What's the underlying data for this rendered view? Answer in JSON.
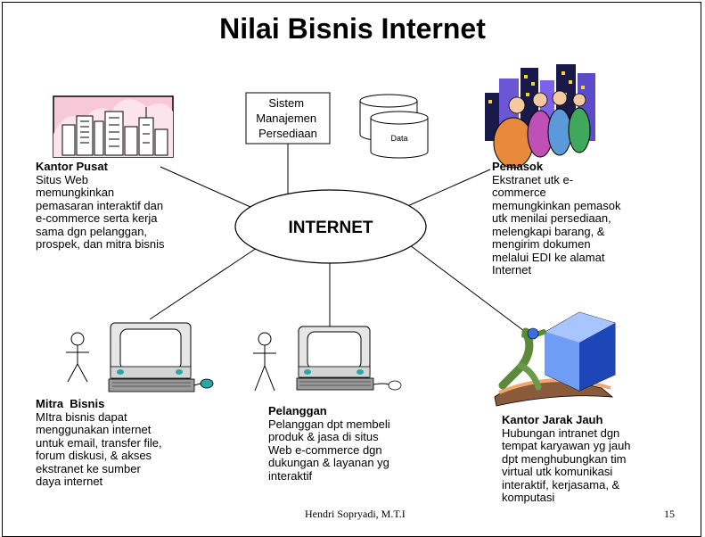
{
  "title": "Nilai Bisnis Internet",
  "center": "INTERNET",
  "system_box": "Sistem\nManajemen\nPersediaan",
  "data_label": "Data",
  "kantor_pusat": {
    "heading": "Kantor Pusat",
    "body": "Situs Web\nmemungkinkan\npemasaran interaktif dan\ne-commerce serta kerja\nsama dgn pelanggan,\nprospek, dan mitra bisnis"
  },
  "pemasok": {
    "heading": "Pemasok",
    "body": "Ekstranet utk e-\ncommerce\nmemungkinkan pemasok\nutk menilai persediaan,\nmelengkapi barang, &\nmengirim dokumen\nmelalui EDI ke alamat\nInternet"
  },
  "mitra_bisnis": {
    "heading": "Mitra  Bisnis",
    "body": "MItra bisnis dapat\nmenggunakan internet\nuntuk email, transfer file,\nforum diskusi, & akses\nekstranet ke sumber\ndaya internet"
  },
  "pelanggan": {
    "heading": "Pelanggan",
    "body": "Pelanggan dpt membeli\nproduk & jasa di situs\nWeb e-commerce dgn\ndukungan & layanan yg\ninteraktif"
  },
  "kantor_jarak_jauh": {
    "heading": "Kantor Jarak Jauh",
    "body": "Hubungan intranet dgn\ntempat karyawan yg jauh\ndpt menghubungkan tim\nvirtual utk komunikasi\ninteraktif, kerjasama, &\nkomputasi"
  },
  "footer_author": "Hendri Sopryadi, M.T.I",
  "page_number": "15"
}
